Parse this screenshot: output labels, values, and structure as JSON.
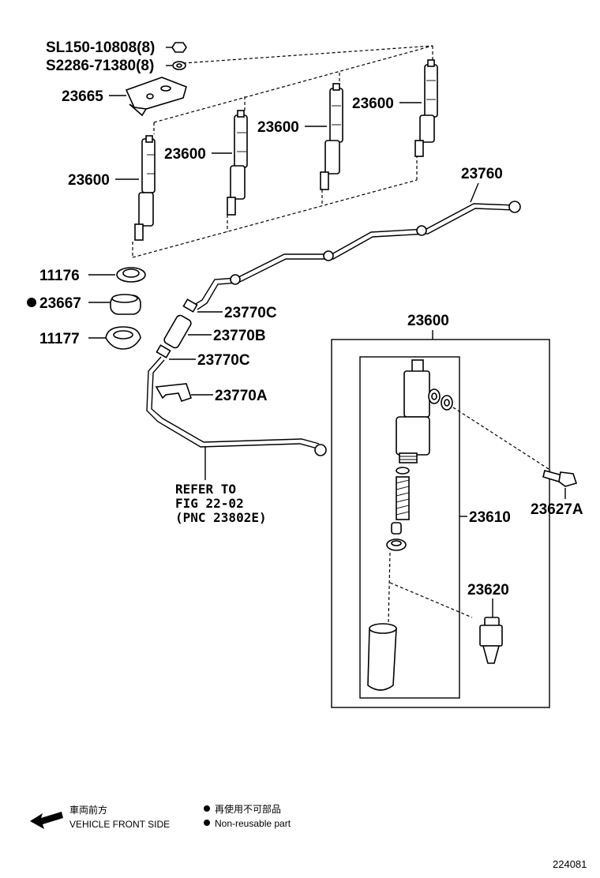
{
  "labels": {
    "nut": "SL150-10808(8)",
    "washer": "S2286-71380(8)",
    "clamp": "23665",
    "injector": "23600",
    "pipe_main": "23760",
    "gasket_upper": "11176",
    "seal": "23667",
    "gasket_lower": "11177",
    "clamp_c1": "23770C",
    "hose": "23770B",
    "clamp_c2": "23770C",
    "bracket": "23770A",
    "refer_line1": "REFER TO",
    "refer_line2": "FIG 22-02",
    "refer_line3": "(PNC 23802E)",
    "detail_assy": "23600",
    "holder_kit": "23610",
    "bolt": "23627A",
    "nozzle": "23620"
  },
  "legend": {
    "front_jp": "車両前方",
    "front_en": "VEHICLE FRONT SIDE",
    "nonreuse_jp": "再使用不可部品",
    "nonreuse_en": "Non-reusable part"
  },
  "figure_id": "224081"
}
